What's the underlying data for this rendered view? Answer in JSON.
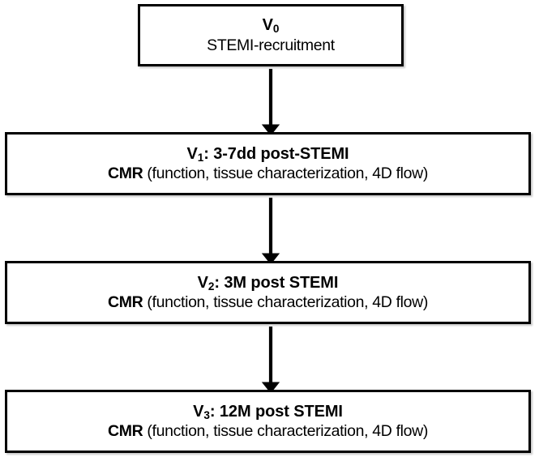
{
  "diagram": {
    "type": "vertical-flowchart",
    "orientation": "top-to-bottom",
    "background_color": "#ffffff",
    "border_color": "#000000",
    "text_color": "#000000",
    "nodes": [
      {
        "id": "V0",
        "visit_label": "V",
        "visit_index": "0",
        "title_suffix": "",
        "title_plain": "V0",
        "detail_strong": "",
        "detail_rest": "STEMI-recruitment",
        "detail_plain": "STEMI-recruitment"
      },
      {
        "id": "V1",
        "visit_label": "V",
        "visit_index": "1",
        "title_suffix": ": 3-7dd post-STEMI",
        "title_plain": "V1: 3-7dd post-STEMI",
        "detail_strong": "CMR",
        "detail_rest": " (function, tissue characterization, 4D flow)",
        "detail_plain": "CMR (function, tissue characterization, 4D flow)"
      },
      {
        "id": "V2",
        "visit_label": "V",
        "visit_index": "2",
        "title_suffix": ": 3M post STEMI",
        "title_plain": "V2: 3M post STEMI",
        "detail_strong": "CMR",
        "detail_rest": " (function, tissue characterization, 4D flow)",
        "detail_plain": "CMR (function, tissue characterization, 4D flow)"
      },
      {
        "id": "V3",
        "visit_label": "V",
        "visit_index": "3",
        "title_suffix": ": 12M post STEMI",
        "title_plain": "V3: 12M post STEMI",
        "detail_strong": "CMR",
        "detail_rest": " (function, tissue characterization, 4D flow)",
        "detail_plain": "CMR (function, tissue characterization, 4D flow)"
      }
    ],
    "edges": [
      {
        "id": "edge-v0-v1",
        "from": "V0",
        "to": "V1",
        "style": "solid-arrow-down"
      },
      {
        "id": "edge-v1-v2",
        "from": "V1",
        "to": "V2",
        "style": "solid-arrow-down"
      },
      {
        "id": "edge-v2-v3",
        "from": "V2",
        "to": "V3",
        "style": "solid-arrow-down"
      }
    ]
  }
}
